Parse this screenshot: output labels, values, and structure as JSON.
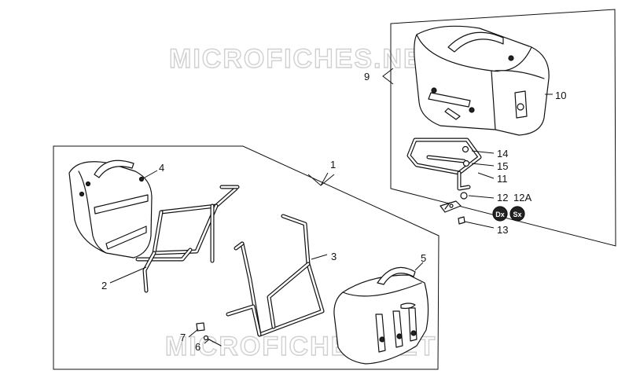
{
  "watermark": {
    "top": "MICROFICHES.NET",
    "bottom": "MICROFICHES.NET"
  },
  "callouts": {
    "c1": "1",
    "c2": "2",
    "c3": "3",
    "c4": "4",
    "c5": "5",
    "c6": "6",
    "c7": "7",
    "c9": "9",
    "c10": "10",
    "c11": "11",
    "c12": "12",
    "c12a": "12A",
    "c13": "13",
    "c14": "14",
    "c15": "15"
  },
  "badges": {
    "dx": "Dx",
    "sx": "Sx"
  }
}
